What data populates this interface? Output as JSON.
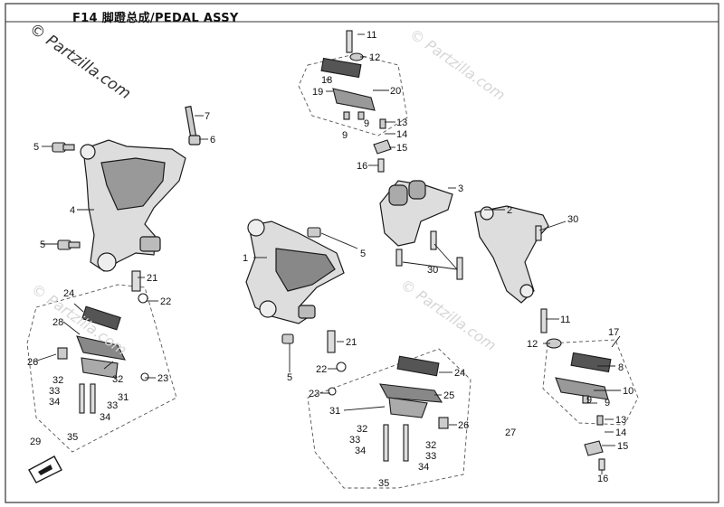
{
  "title": "F14 脚蹬总成/PEDAL  ASSY",
  "watermarks": {
    "main": "© Partzilla.com",
    "faded": "© Partzilla.com"
  },
  "callouts": [
    {
      "id": "c1",
      "text": "1"
    },
    {
      "id": "c2",
      "text": "2"
    },
    {
      "id": "c3",
      "text": "3"
    },
    {
      "id": "c4",
      "text": "4"
    },
    {
      "id": "c5a",
      "text": "5"
    },
    {
      "id": "c5b",
      "text": "5"
    },
    {
      "id": "c5c",
      "text": "5"
    },
    {
      "id": "c5d",
      "text": "5"
    },
    {
      "id": "c6",
      "text": "6"
    },
    {
      "id": "c7",
      "text": "7"
    },
    {
      "id": "c8",
      "text": "8"
    },
    {
      "id": "c9a",
      "text": "9"
    },
    {
      "id": "c9b",
      "text": "9"
    },
    {
      "id": "c9c",
      "text": "9"
    },
    {
      "id": "c9d",
      "text": "9"
    },
    {
      "id": "c10",
      "text": "10"
    },
    {
      "id": "c11a",
      "text": "11"
    },
    {
      "id": "c11b",
      "text": "11"
    },
    {
      "id": "c12a",
      "text": "12"
    },
    {
      "id": "c12b",
      "text": "12"
    },
    {
      "id": "c13a",
      "text": "13"
    },
    {
      "id": "c13b",
      "text": "13"
    },
    {
      "id": "c14a",
      "text": "14"
    },
    {
      "id": "c14b",
      "text": "14"
    },
    {
      "id": "c15a",
      "text": "15"
    },
    {
      "id": "c15b",
      "text": "15"
    },
    {
      "id": "c16a",
      "text": "16"
    },
    {
      "id": "c16b",
      "text": "16"
    },
    {
      "id": "c17",
      "text": "17"
    },
    {
      "id": "c18",
      "text": "18"
    },
    {
      "id": "c19",
      "text": "19"
    },
    {
      "id": "c20",
      "text": "20"
    },
    {
      "id": "c21a",
      "text": "21"
    },
    {
      "id": "c21b",
      "text": "21"
    },
    {
      "id": "c22a",
      "text": "22"
    },
    {
      "id": "c22b",
      "text": "22"
    },
    {
      "id": "c23a",
      "text": "23"
    },
    {
      "id": "c23b",
      "text": "23"
    },
    {
      "id": "c24a",
      "text": "24"
    },
    {
      "id": "c24b",
      "text": "24"
    },
    {
      "id": "c25",
      "text": "25"
    },
    {
      "id": "c26a",
      "text": "26"
    },
    {
      "id": "c26b",
      "text": "26"
    },
    {
      "id": "c27",
      "text": "27"
    },
    {
      "id": "c28",
      "text": "28"
    },
    {
      "id": "c29",
      "text": "29"
    },
    {
      "id": "c30a",
      "text": "30"
    },
    {
      "id": "c30b",
      "text": "30"
    },
    {
      "id": "c31a",
      "text": "31"
    },
    {
      "id": "c31b",
      "text": "31"
    },
    {
      "id": "c32a",
      "text": "32"
    },
    {
      "id": "c32b",
      "text": "32"
    },
    {
      "id": "c32c",
      "text": "32"
    },
    {
      "id": "c32d",
      "text": "32"
    },
    {
      "id": "c33a",
      "text": "33"
    },
    {
      "id": "c33b",
      "text": "33"
    },
    {
      "id": "c33c",
      "text": "33"
    },
    {
      "id": "c33d",
      "text": "33"
    },
    {
      "id": "c34a",
      "text": "34"
    },
    {
      "id": "c34b",
      "text": "34"
    },
    {
      "id": "c34c",
      "text": "34"
    },
    {
      "id": "c34d",
      "text": "34"
    },
    {
      "id": "c35a",
      "text": "35"
    },
    {
      "id": "c35b",
      "text": "35"
    }
  ],
  "colors": {
    "line": "#1a1a1a",
    "border": "#333333",
    "watermark": "#d6d6d6"
  }
}
